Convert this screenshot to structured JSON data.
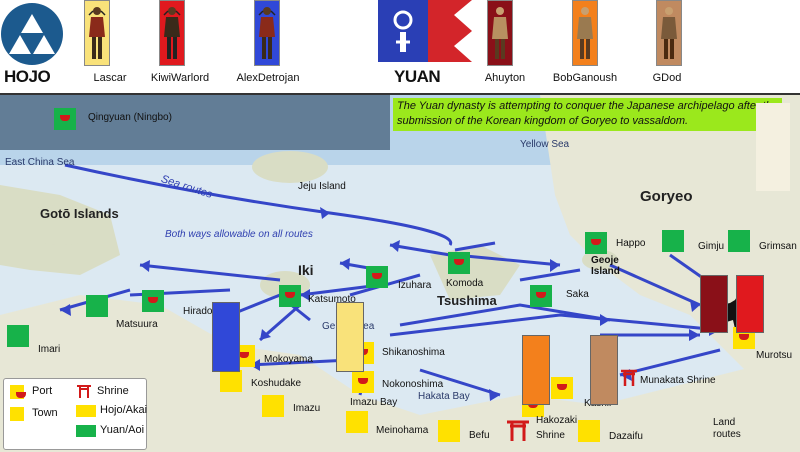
{
  "header": {
    "hojo_label": "HOJO",
    "yuan_label": "YUAN",
    "hojo_players": [
      "Lascar",
      "KiwiWarlord",
      "AlexDetrojan"
    ],
    "yuan_players": [
      "Ahuyton",
      "BobGanoush",
      "GDod"
    ],
    "hojo_card_colors": [
      "#f9e27a",
      "#e0191e",
      "#3048d8"
    ],
    "yuan_card_colors": [
      "#8a1018",
      "#f3801c",
      "#c08a60"
    ]
  },
  "map": {
    "note": "The Yuan dynasty is attempting to conquer the Japanese archipelago after the submission of the Korean kingdom of Goryeo to vassaldom.",
    "seas": {
      "east_china": "East China Sea",
      "yellow": "Yellow Sea",
      "genkai": "Genkai Sea",
      "hakata_bay": "Hakata Bay"
    },
    "regions": {
      "goto": "Gotō Islands",
      "goryeo": "Goryeo",
      "iki": "Iki",
      "tsushima": "Tsushima",
      "jeju": "Jeju Island",
      "geoje": "Geoje\nIsland"
    },
    "route_labels": {
      "sea_routes": "Sea routes",
      "both_ways": "Both ways allowable on all routes",
      "land_routes": "Land\nroutes"
    },
    "places": {
      "qingyuan": "Qingyuan (Ningbo)",
      "happo": "Happo",
      "gimju": "Gimju",
      "grimsan": "Grimsan",
      "izuhara": "Izuhara",
      "komoda": "Komoda",
      "saka": "Saka",
      "katsumoto": "Katsumoto",
      "hirado": "Hirado",
      "matsuura": "Matsuura",
      "imari": "Imari",
      "mokoyama": "Mokoyama",
      "koshudake": "Koshudake",
      "imazu": "Imazu",
      "imazu_bay": "Imazu Bay",
      "shikanoshima": "Shikanoshima",
      "nokonoshima": "Nokonoshima",
      "meinohama": "Meinohama",
      "befu": "Befu",
      "shrine": "Shrine",
      "hakozaki": "Hakozaki",
      "kashii": "Kashii",
      "dazaifu": "Dazaifu",
      "munakata": "Munakata Shrine",
      "murotsu": "Murotsu"
    },
    "legend": {
      "port": "Port",
      "town": "Town",
      "shrine": "Shrine",
      "hojo": "Hojo/Akai",
      "yuan": "Yuan/Aoi"
    }
  },
  "colors": {
    "hojo_emblem": "#1c5a8e",
    "yuan_flag_blue": "#2a3fb5",
    "yuan_flag_red": "#d3252a",
    "route_blue": "#3546c8",
    "yuan_control": "#17b24a",
    "hojo_control": "#ffe100",
    "shrine_red": "#d21a1a",
    "sea": "#cfe4f4",
    "land": "#e6e6d6"
  }
}
